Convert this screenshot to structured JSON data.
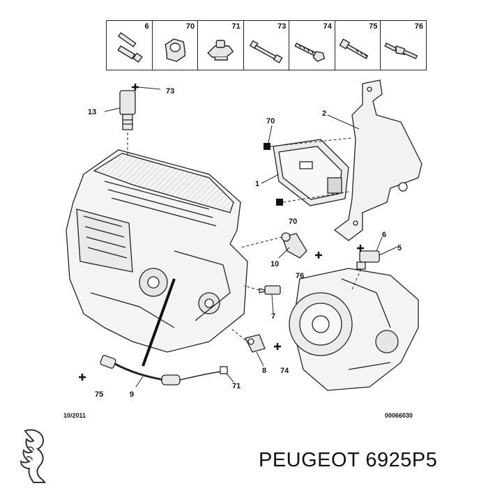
{
  "legend": {
    "cells": [
      {
        "num": "6",
        "icon": "bolt-flange-icon"
      },
      {
        "num": "70",
        "icon": "hex-nut-icon"
      },
      {
        "num": "71",
        "icon": "clip-icon"
      },
      {
        "num": "73",
        "icon": "bolt-long-icon"
      },
      {
        "num": "74",
        "icon": "bolt-threaded-icon"
      },
      {
        "num": "75",
        "icon": "bolt-medium-icon"
      },
      {
        "num": "76",
        "icon": "stud-bolt-icon"
      }
    ]
  },
  "callouts": {
    "c73": "73",
    "c13": "13",
    "c70a": "70",
    "c2": "2",
    "c1": "1",
    "c70b": "70",
    "c6": "6",
    "c5": "5",
    "c10": "10",
    "c76": "76",
    "c7": "7",
    "c8": "8",
    "c74": "74",
    "c75": "75",
    "c9": "9",
    "c71": "71"
  },
  "footer": {
    "date": "10/2011",
    "ref": "00066030"
  },
  "brand": {
    "name": "PEUGEOT 6925P5",
    "logo": "peugeot-lion-logo-icon"
  }
}
